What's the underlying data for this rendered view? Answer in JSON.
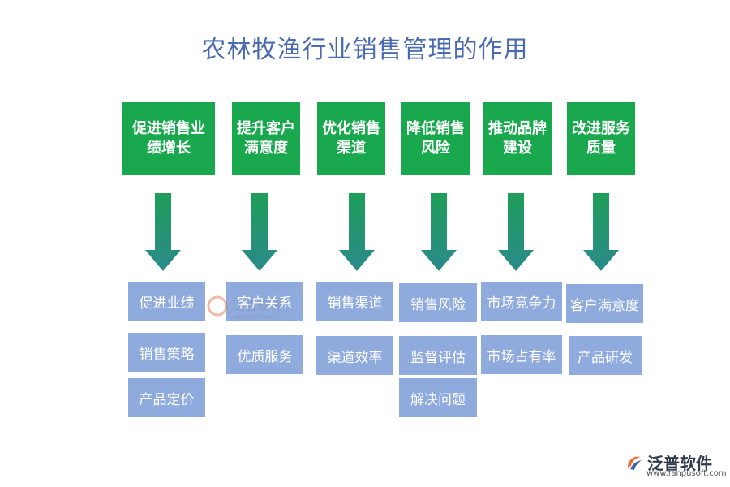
{
  "title": "农林牧渔行业销售管理的作用",
  "columns": [
    {
      "heading": "促进销售业绩增长",
      "items": [
        "促进业绩",
        "销售策略",
        "产品定价"
      ]
    },
    {
      "heading": "提升客户满意度",
      "items": [
        "客户关系",
        "优质服务"
      ]
    },
    {
      "heading": "优化销售渠道",
      "items": [
        "销售渠道",
        "渠道效率"
      ]
    },
    {
      "heading": "降低销售风险",
      "items": [
        "销售风险",
        "监督评估",
        "解决问题"
      ]
    },
    {
      "heading": "推动品牌建设",
      "items": [
        "市场竞争力",
        "市场占有率"
      ]
    },
    {
      "heading": "改进服务质量",
      "items": [
        "客户满意度",
        "产品研发"
      ]
    }
  ],
  "logo": {
    "name": "泛普软件",
    "url": "www.fanpusoft.com"
  },
  "watermark": {
    "name": "泛普软件",
    "subtitle": "FANPU SOFTWARE"
  },
  "colors": {
    "heading_box": "#1aa84f",
    "item_box": "#8faadc",
    "arrow_top": "#1f9e5a",
    "arrow_bottom": "#2a8a8a",
    "title": "#4a6bb0"
  }
}
